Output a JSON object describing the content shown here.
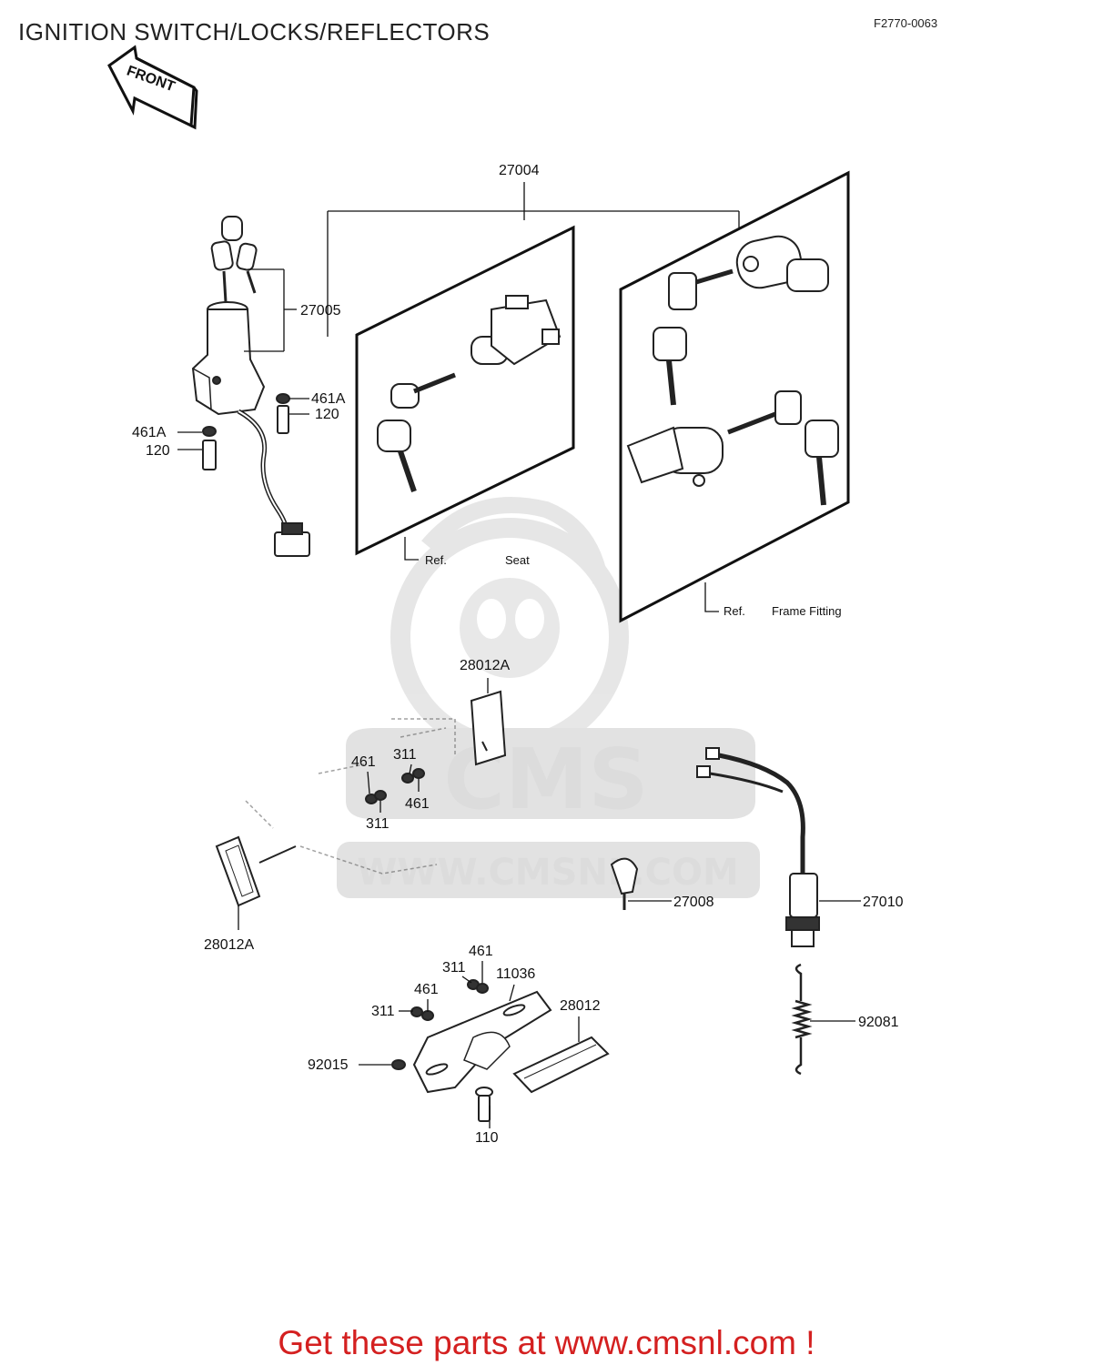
{
  "header": {
    "title": "IGNITION SWITCH/LOCKS/REFLECTORS",
    "diagram_code": "F2770-0063"
  },
  "front_arrow": {
    "label": "FRONT"
  },
  "watermark": {
    "brand": "CMS",
    "url": "WWW.CMSNL.COM"
  },
  "panels": {
    "seat": {
      "ref_label": "Ref.",
      "name": "Seat"
    },
    "frame": {
      "ref_label": "Ref.",
      "name": "Frame Fitting"
    }
  },
  "callouts": {
    "p27004": "27004",
    "p27005": "27005",
    "p461A_a": "461A",
    "p120_a": "120",
    "p461A_b": "461A",
    "p120_b": "120",
    "p28012A_top": "28012A",
    "p461_a": "461",
    "p311_a": "311",
    "p311_b": "311",
    "p461_b": "461",
    "p28012A_left": "28012A",
    "p27008": "27008",
    "p27010": "27010",
    "p461_c": "461",
    "p311_c": "311",
    "p11036": "11036",
    "p461_d": "461",
    "p28012": "28012",
    "p311_d": "311",
    "p92015": "92015",
    "p92081": "92081",
    "p110": "110"
  },
  "footer": {
    "text": "Get these parts at www.cmsnl.com !"
  },
  "colors": {
    "footer_text": "#d42020",
    "line": "#111111",
    "watermark": "#dcdcdc"
  }
}
